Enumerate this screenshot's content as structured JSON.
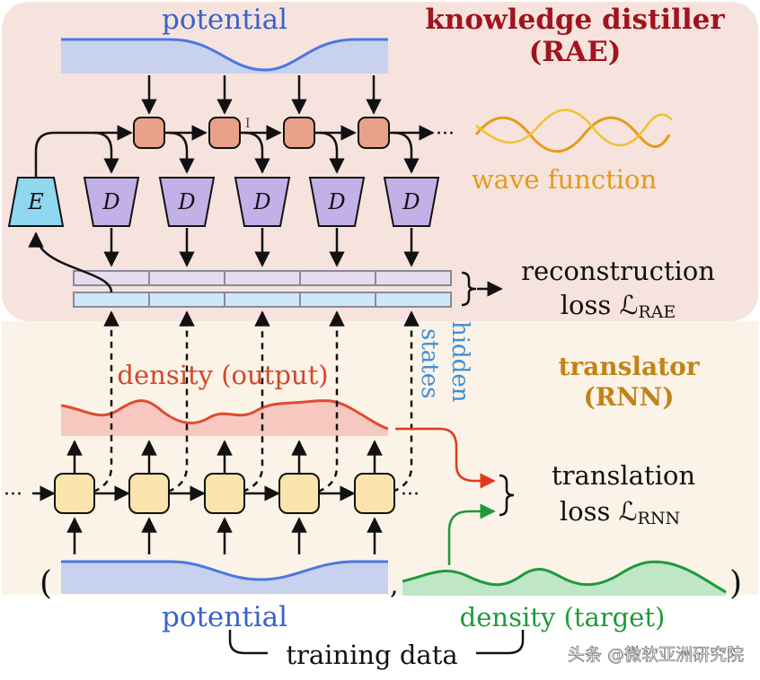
{
  "top_section": {
    "title_line1": "knowledge distiller",
    "title_line2": "(RAE)",
    "potential_label": "potential",
    "wave_label": "wave function",
    "encoder_label": "E",
    "decoder_label": "D",
    "cursor_glyph": "I",
    "ellipsis": "···",
    "reconstruction_line1": "reconstruction",
    "reconstruction_line2_prefix": "loss ℒ",
    "reconstruction_sub": "RAE",
    "hidden_line1": "hidden",
    "hidden_line2": "states"
  },
  "bottom_section": {
    "title_line1": "translator",
    "title_line2": "(RNN)",
    "density_output_label": "density (output)",
    "translation_line1": "translation",
    "translation_line2_prefix": "loss ℒ",
    "translation_sub": "RNN",
    "ellipsis": "···",
    "paren_open": "(",
    "comma": ",",
    "paren_close": ")",
    "potential_label": "potential",
    "density_target_label": "density (target)",
    "training_label": "training data"
  },
  "watermark": "头条 @微软亚洲研究院",
  "colors": {
    "top_bg": "#f6e3dd",
    "bottom_bg": "#fbf3e7",
    "title_red": "#a0141e",
    "title_orange": "#c08418",
    "potential_blue": "#3a62c8",
    "potential_fill": "#c8d2ef",
    "wave_orange": "#e69a18",
    "density_red": "#d4452e",
    "density_fill": "#f7c8bf",
    "target_green": "#1d9a3c",
    "target_fill": "#bfe6c5",
    "hidden_blue": "#3d8fd6",
    "encoder_fill": "#8fd8f0",
    "decoder_fill": "#c3b0e6",
    "node_fill": "#e9a18a",
    "cell_fill": "#fbe4ab"
  }
}
